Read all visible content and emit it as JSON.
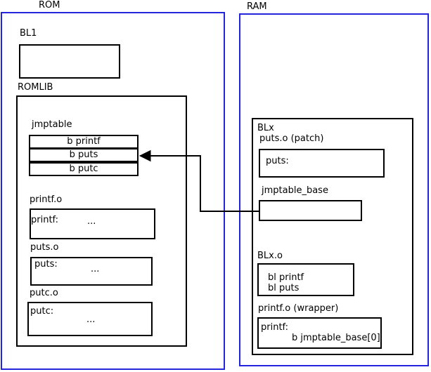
{
  "colors": {
    "frame_blue": "#2424dd",
    "line_black": "#000000",
    "background": "#ffffff"
  },
  "rom": {
    "title": "ROM",
    "bl1_label": "BL1",
    "romlib_label": "ROMLIB",
    "jmptable": {
      "label": "jmptable",
      "rows": [
        "b printf",
        "b puts",
        "b putc"
      ]
    },
    "objects": [
      {
        "label": "printf.o",
        "symbol": "printf:",
        "more": "..."
      },
      {
        "label": "puts.o",
        "symbol": "puts:",
        "more": "..."
      },
      {
        "label": "putc.o",
        "symbol": "putc:",
        "more": "..."
      }
    ]
  },
  "ram": {
    "title": "RAM",
    "blx_label": "BLx",
    "puts_patch": {
      "label": "puts.o (patch)",
      "symbol": "puts:"
    },
    "jmptable_base_label": "jmptable_base",
    "blx_o": {
      "label": "BLx.o",
      "instructions": [
        "bl printf",
        "bl puts"
      ]
    },
    "printf_wrapper": {
      "label": "printf.o (wrapper)",
      "symbol": "printf:",
      "instruction": "b jmptable_base[0]"
    }
  }
}
